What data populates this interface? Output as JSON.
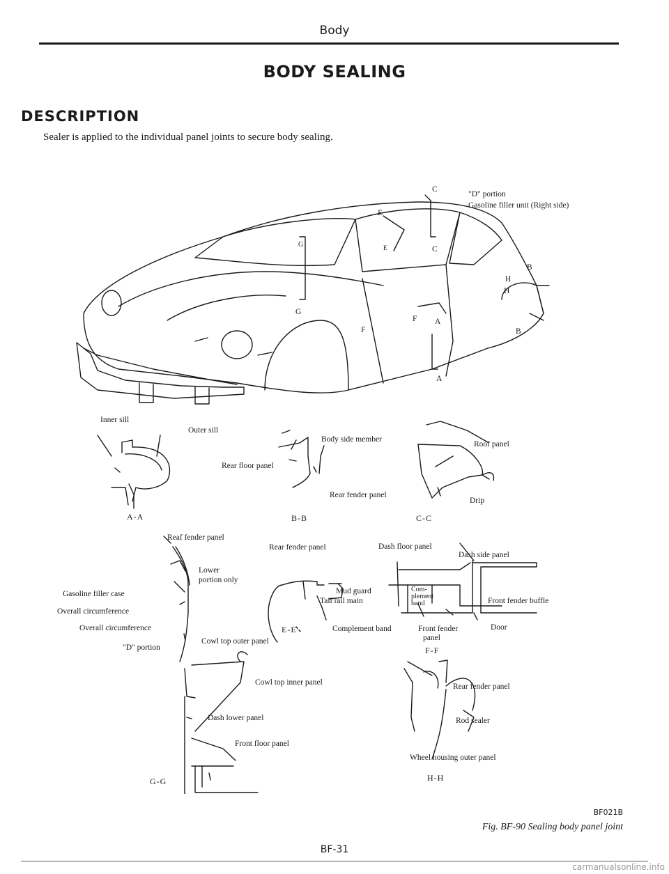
{
  "header": {
    "title": "Body"
  },
  "page": {
    "main_title": "BODY SEALING",
    "section_title": "DESCRIPTION",
    "intro": "Sealer is applied to the individual panel joints to secure body sealing."
  },
  "figure": {
    "car_labels": {
      "c_top": "C",
      "e_top": "E",
      "e_small": "E",
      "c_mid": "C",
      "g_top": "G",
      "g_bottom": "G",
      "f_left": "F",
      "f_right": "F",
      "a_top": "A",
      "a_bottom": "A",
      "b_top": "B",
      "b_bottom": "B",
      "h_top": "H",
      "h_bottom": "H",
      "d_portion": "\"D\" portion",
      "gasoline_filler": "Gasoline filler unit (Right side)"
    },
    "aa": {
      "inner_sill": "Inner sill",
      "outer_sill": "Outer sill",
      "caption": "A-A"
    },
    "bb": {
      "body_side_member": "Body side member",
      "rear_floor_panel": "Rear floor panel",
      "rear_fender_panel": "Rear fender panel",
      "caption": "B-B"
    },
    "cc": {
      "roof_panel": "Roof panel",
      "drip": "Drip",
      "caption": "C-C"
    },
    "dd": {
      "reaf_fender_panel": "Reaf fender panel",
      "lower_portion_only_1": "Lower",
      "lower_portion_only_2": "portion only",
      "gasoline_filler_case": "Gasoline filler case",
      "overall_circumference_1": "Overall circumference",
      "overall_circumference_2": "Overall circumference",
      "d_portion": "\"D\" portion"
    },
    "ee": {
      "rear_fender_panel": "Rear fender panel",
      "mud_guard": "Mud guard",
      "tail_rail_main": "Tail rail main",
      "caption": "E-E"
    },
    "ff": {
      "dash_floor_panel": "Dash floor panel",
      "dash_side_panel": "Dash side panel",
      "front_fender_buffle": "Front fender buffle",
      "complement_band": "Complement band",
      "complement_band_inner": "Com-plement band",
      "front_fender_panel_1": "Front fender",
      "front_fender_panel_2": "panel",
      "door": "Door",
      "caption": "F-F"
    },
    "gg": {
      "cowl_top_outer_panel": "Cowl top outer panel",
      "cowl_top_inner_panel": "Cowl top inner panel",
      "dash_lower_panel": "Dash lower panel",
      "front_floor_panel": "Front floor panel",
      "caption": "G-G"
    },
    "hh": {
      "rear_fender_panel": "Rear fender panel",
      "rod_sealer": "Rod sealer",
      "wheel_housing_outer_panel": "Wheel housing outer panel",
      "caption": "H-H"
    }
  },
  "footer": {
    "figure_code": "BF021B",
    "figure_caption": "Fig. BF-90 Sealing body panel joint",
    "page_number": "BF-31",
    "watermark": "carmanualsonline.info"
  }
}
